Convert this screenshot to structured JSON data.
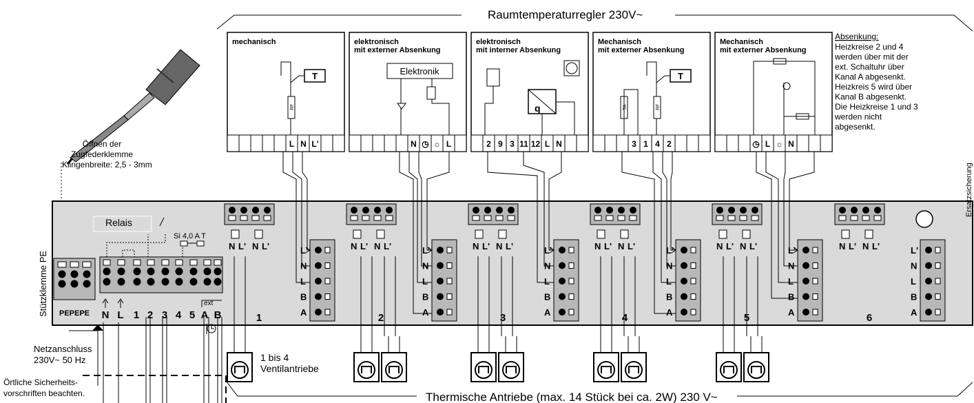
{
  "header": {
    "room_controllers_title": "Raumtemperaturregler 230V~",
    "actuators_title": "Thermische Antriebe (max. 14 Stück bei ca. 2W)  230 V~"
  },
  "thermostats": [
    {
      "title1": "mechanisch",
      "title2": "",
      "terminals": [
        "L",
        "N",
        "L'"
      ],
      "symbol": "T",
      "resistor": "RF"
    },
    {
      "title1": "elektronisch",
      "title2": "mit externer Absenkung",
      "inner": "Elektronik",
      "terminals": [
        "N",
        "clock",
        "sun",
        "L"
      ]
    },
    {
      "title1": "elektronisch",
      "title2": "mit interner Absenkung",
      "terminals": [
        "2",
        "9",
        "3",
        "11",
        "12",
        "L",
        "N"
      ],
      "module": "q"
    },
    {
      "title1": "Mechanisch",
      "title2": "mit externer Absenkung",
      "terminals": [
        "3",
        "1",
        "4",
        "2"
      ],
      "symbol": "T",
      "resistor": "RF",
      "resistor2": "TA"
    },
    {
      "title1": "Mechanisch",
      "title2": "mit externer Absenkung",
      "terminals": [
        "clock",
        "L",
        "sun",
        "N"
      ]
    }
  ],
  "note": {
    "heading": "Absenkung:",
    "lines": [
      "Heizkreise 2 und 4",
      "werden über mit der",
      "ext. Schaltuhr über",
      "Kanal A abgesenkt.",
      "Heizkreis 5 wird über",
      "Kanal B abgesenkt.",
      "Die Heizkreise 1 und 3",
      "werden nicht",
      "abgesenkt."
    ]
  },
  "screwdriver": {
    "lines": [
      "Öffnen der",
      "Zugfederklemme",
      "Klingenbreite: 2,5 - 3mm"
    ]
  },
  "board": {
    "support_terminal": "Stützklemme PE",
    "spare_fuse": "Ersatzsicherung",
    "relay": "Relais",
    "fuse": "Si 4,0 A T",
    "pe_labels": "PEPEPE",
    "mains_terminals": [
      "N",
      "L"
    ],
    "zone_terminals": [
      "1",
      "2",
      "3",
      "4",
      "5"
    ],
    "ext_terminals": [
      "A",
      "B"
    ],
    "ext_label": "ext",
    "output_pair": [
      "N",
      "L'"
    ],
    "input_terminals": [
      "L'",
      "N",
      "L",
      "B",
      "A"
    ],
    "channels": [
      "1",
      "2",
      "3",
      "4",
      "5",
      "6"
    ]
  },
  "mains": {
    "lines": [
      "Netzanschluss",
      "230V~ 50 Hz"
    ]
  },
  "safety": {
    "lines": [
      "Örtliche Sicherheits-",
      "vorschriften beachten."
    ]
  },
  "valves": {
    "lines": [
      "1 bis 4",
      "Ventilantriebe"
    ]
  }
}
